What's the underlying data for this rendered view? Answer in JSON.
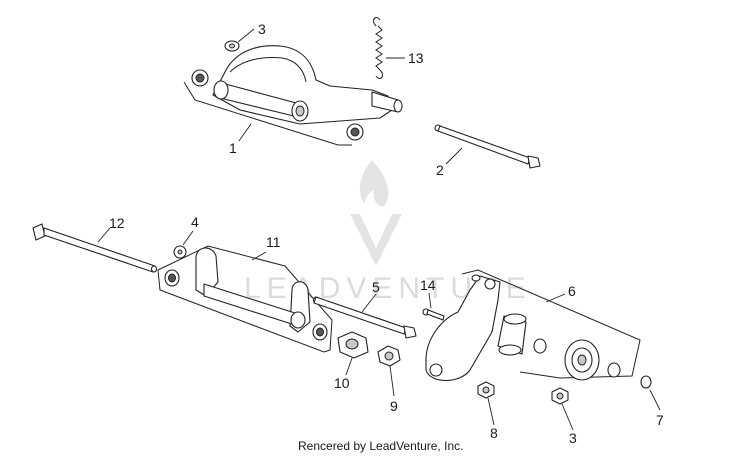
{
  "callouts": [
    {
      "id": "1",
      "label": "1"
    },
    {
      "id": "2",
      "label": "2"
    },
    {
      "id": "3a",
      "label": "3"
    },
    {
      "id": "3b",
      "label": "3"
    },
    {
      "id": "4",
      "label": "4"
    },
    {
      "id": "5",
      "label": "5"
    },
    {
      "id": "6",
      "label": "6"
    },
    {
      "id": "7",
      "label": "7"
    },
    {
      "id": "8",
      "label": "8"
    },
    {
      "id": "9",
      "label": "9"
    },
    {
      "id": "10",
      "label": "10"
    },
    {
      "id": "11",
      "label": "11"
    },
    {
      "id": "12",
      "label": "12"
    },
    {
      "id": "13",
      "label": "13"
    },
    {
      "id": "14",
      "label": "14"
    }
  ],
  "watermark": {
    "text": "LEADVENTURE"
  },
  "credit": {
    "text": "Rencered by LeadVenture, Inc."
  },
  "colors": {
    "line": "#222222",
    "watermark": "#d8d8d8",
    "background": "#ffffff"
  }
}
